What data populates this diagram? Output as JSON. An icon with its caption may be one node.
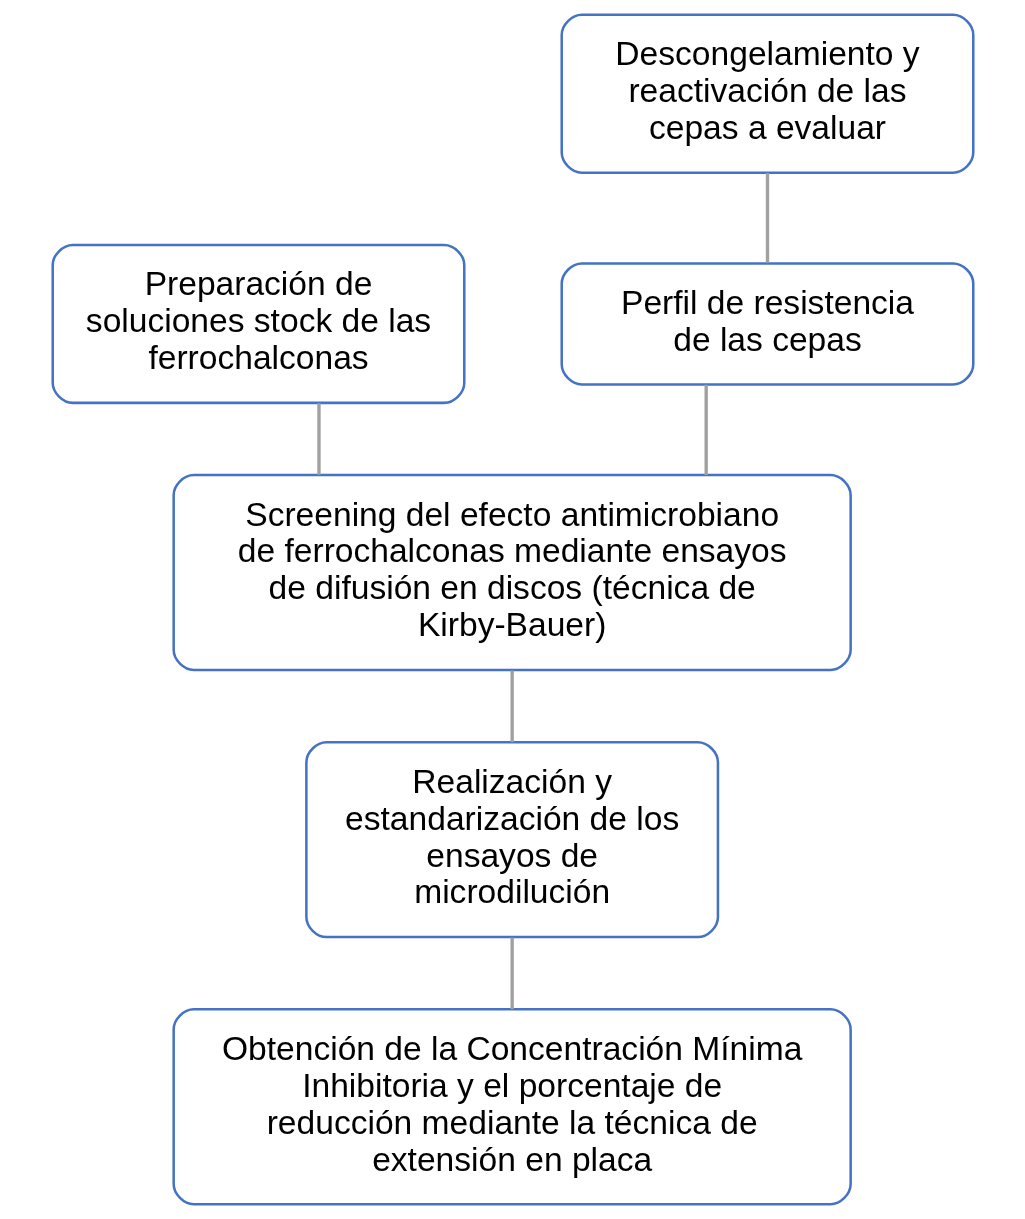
{
  "diagram": {
    "nodes": [
      {
        "text": [
          "Preparación de soluciones stock de las ferrochalconas"
        ]
      },
      {
        "text": [
          "Descongelamiento y reactivación de las cepas a evaluar"
        ]
      },
      {
        "text": [
          "Perfil de resistencia de las cepas"
        ]
      },
      {
        "text": [
          "Screening del efecto antimicrobiano de ferrochalconas mediante ensayos de difusión en discos (técnica de Kirby-Bauer)"
        ]
      },
      {
        "text": [
          "Realización y estandarización de los ensayos de microdilución"
        ]
      },
      {
        "text": [
          "Obtención de la Concentración Mínima Inhibitoria y el porcentaje de reducción mediante la técnica de extensión en placa"
        ]
      }
    ],
    "edges": [
      {
        "from": 0,
        "to": 3,
        "arrow": "none"
      },
      {
        "from": 1,
        "to": 2,
        "arrow": "none"
      },
      {
        "from": 2,
        "to": 3,
        "arrow": "none"
      },
      {
        "from": 3,
        "to": 4,
        "arrow": "none"
      },
      {
        "from": 4,
        "to": 5,
        "arrow": "none"
      }
    ]
  }
}
